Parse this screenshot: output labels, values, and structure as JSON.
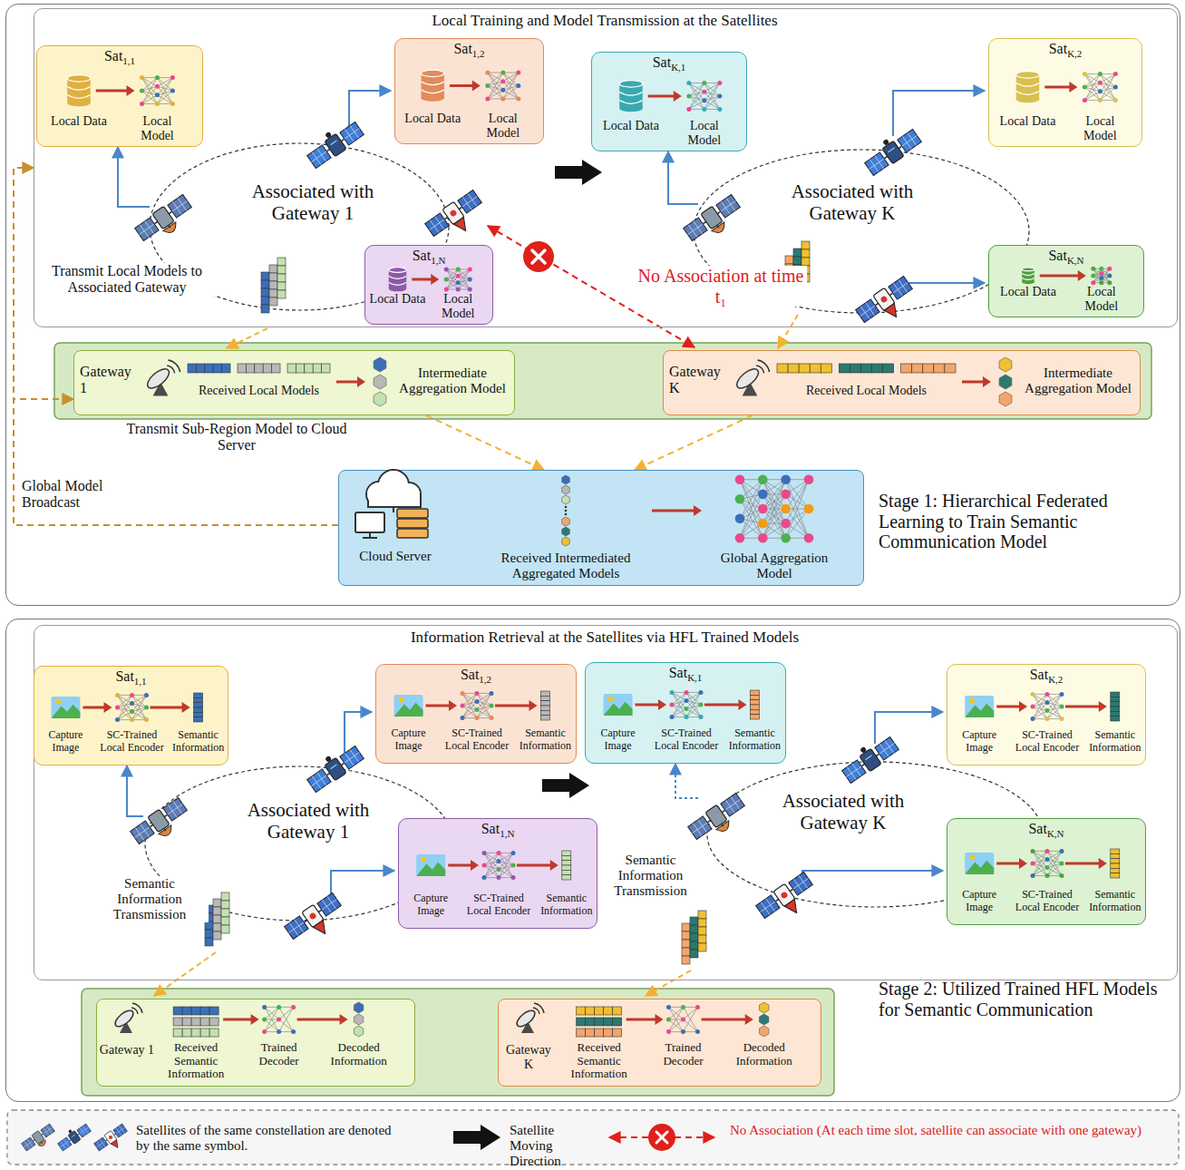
{
  "diagram": {
    "nodes": [
      {
        "text": [
          "Stage 1: Hierarchical Federated Learning to Train Semantic Communication Model"
        ]
      },
      {
        "text": [
          "Local Training and Model Transmission at the Satellites"
        ],
        "in": 0
      },
      {
        "text": [
          "Sat",
          "1,1",
          "Local Data",
          "Local Model"
        ],
        "in": 1
      },
      {
        "text": [
          "Sat",
          "1,2",
          "Local Data",
          "Local Model"
        ],
        "in": 1
      },
      {
        "text": [
          "Sat",
          "K,1",
          "Local Data",
          "Local Model"
        ],
        "in": 1
      },
      {
        "text": [
          "Sat",
          "K,2",
          "Local Data",
          "Local Model"
        ],
        "in": 1
      },
      {
        "text": [
          "Sat",
          "1,N",
          "Local Data",
          "Local Model"
        ],
        "in": 1
      },
      {
        "text": [
          "Sat",
          "K,N",
          "Local Data",
          "Local Model"
        ],
        "in": 1
      },
      {
        "text": [
          "Gateway 1",
          "Received Local Models",
          "Intermediate Aggregation Model"
        ],
        "in": 0
      },
      {
        "text": [
          "Gateway K",
          "Received Local Models",
          "Intermediate Aggregation Model"
        ],
        "in": 0
      },
      {
        "text": [
          "Cloud Server",
          "Received Intermediated Aggregated Models",
          "Global Aggregation Model"
        ],
        "in": 0
      },
      {
        "text": [
          "Stage 2: Utilized Trained HFL Models for Semantic Communication"
        ]
      },
      {
        "text": [
          "Information Retrieval at the Satellites via HFL Trained Models"
        ],
        "in": 11
      },
      {
        "text": [
          "Sat",
          "1,1",
          "Capture Image",
          "SC-Trained Local Encoder",
          "Semantic Information"
        ],
        "in": 12
      },
      {
        "text": [
          "Sat",
          "1,2",
          "Capture Image",
          "SC-Trained Local Encoder",
          "Semantic Information"
        ],
        "in": 12
      },
      {
        "text": [
          "Sat",
          "K,1",
          "Capture Image",
          "SC-Trained Local Encoder",
          "Semantic Information"
        ],
        "in": 12
      },
      {
        "text": [
          "Sat",
          "K,2",
          "Capture Image",
          "SC-Trained Local Encoder",
          "Semantic Information"
        ],
        "in": 12
      },
      {
        "text": [
          "Sat",
          "1,N",
          "Capture Image",
          "SC-Trained Local Encoder",
          "Semantic Information"
        ],
        "in": 12
      },
      {
        "text": [
          "Sat",
          "K,N",
          "Capture Image",
          "SC-Trained Local Encoder",
          "Semantic Information"
        ],
        "in": 12
      },
      {
        "text": [
          "Gateway 1",
          "Received Semantic Information",
          "Trained Decoder",
          "Decoded Information"
        ],
        "in": 11
      },
      {
        "text": [
          "Gateway K",
          "Received Semantic Information",
          "Trained Decoder",
          "Decoded Information"
        ],
        "in": 11
      }
    ],
    "edges": [
      {
        "from": 8,
        "to": 10,
        "arrow": "to"
      },
      {
        "from": 9,
        "to": 10,
        "arrow": "to"
      },
      {
        "from": 10,
        "to": 1,
        "arrow": "to"
      },
      {
        "from": 10,
        "to": 8,
        "arrow": "to"
      }
    ],
    "labels": [
      "Associated with Gateway 1",
      "Associated with Gateway K",
      "Transmit Local Models to Associated Gateway",
      "No Association at time t₁",
      "Transmit Sub-Region Model to Cloud Server",
      "Global Model Broadcast",
      "Associated with Gateway 1",
      "Associated with Gateway K",
      "Semantic Information Transmission",
      "Semantic Information Transmission"
    ],
    "legend": [
      {
        "text": "Satellites of the same constellation are denoted by the same symbol."
      },
      {
        "text": "Satellite Moving Direction"
      },
      {
        "text": "No Association (At each time slot, satellite can associate with one gateway)"
      }
    ]
  }
}
